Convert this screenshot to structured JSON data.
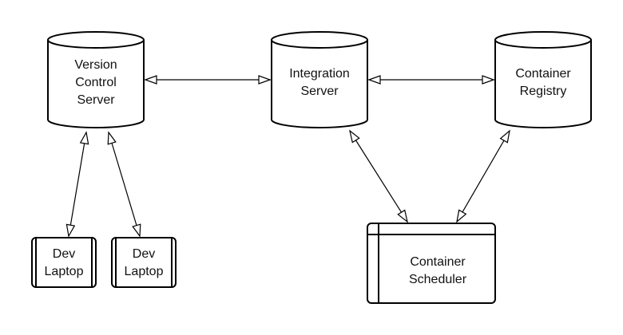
{
  "diagram": {
    "style": {
      "stroke": "#000000",
      "fill": "#ffffff"
    },
    "nodes": [
      {
        "id": "vcs",
        "shape": "cylinder",
        "lines": [
          "Version",
          "Control",
          "Server"
        ]
      },
      {
        "id": "ci",
        "shape": "cylinder",
        "lines": [
          "Integration",
          "Server"
        ]
      },
      {
        "id": "registry",
        "shape": "cylinder",
        "lines": [
          "Container",
          "Registry"
        ]
      },
      {
        "id": "laptop1",
        "shape": "device",
        "lines": [
          "Dev",
          "Laptop"
        ]
      },
      {
        "id": "laptop2",
        "shape": "device",
        "lines": [
          "Dev",
          "Laptop"
        ]
      },
      {
        "id": "scheduler",
        "shape": "window",
        "lines": [
          "Container",
          "Scheduler"
        ]
      }
    ],
    "edges": [
      {
        "id": "vcs-ci",
        "from": "vcs",
        "to": "ci",
        "arrows": "both"
      },
      {
        "id": "ci-registry",
        "from": "ci",
        "to": "registry",
        "arrows": "both"
      },
      {
        "id": "vcs-laptop1",
        "from": "vcs",
        "to": "laptop1",
        "arrows": "both"
      },
      {
        "id": "vcs-laptop2",
        "from": "vcs",
        "to": "laptop2",
        "arrows": "both"
      },
      {
        "id": "ci-scheduler",
        "from": "ci",
        "to": "scheduler",
        "arrows": "both"
      },
      {
        "id": "registry-scheduler",
        "from": "registry",
        "to": "scheduler",
        "arrows": "both"
      }
    ]
  }
}
